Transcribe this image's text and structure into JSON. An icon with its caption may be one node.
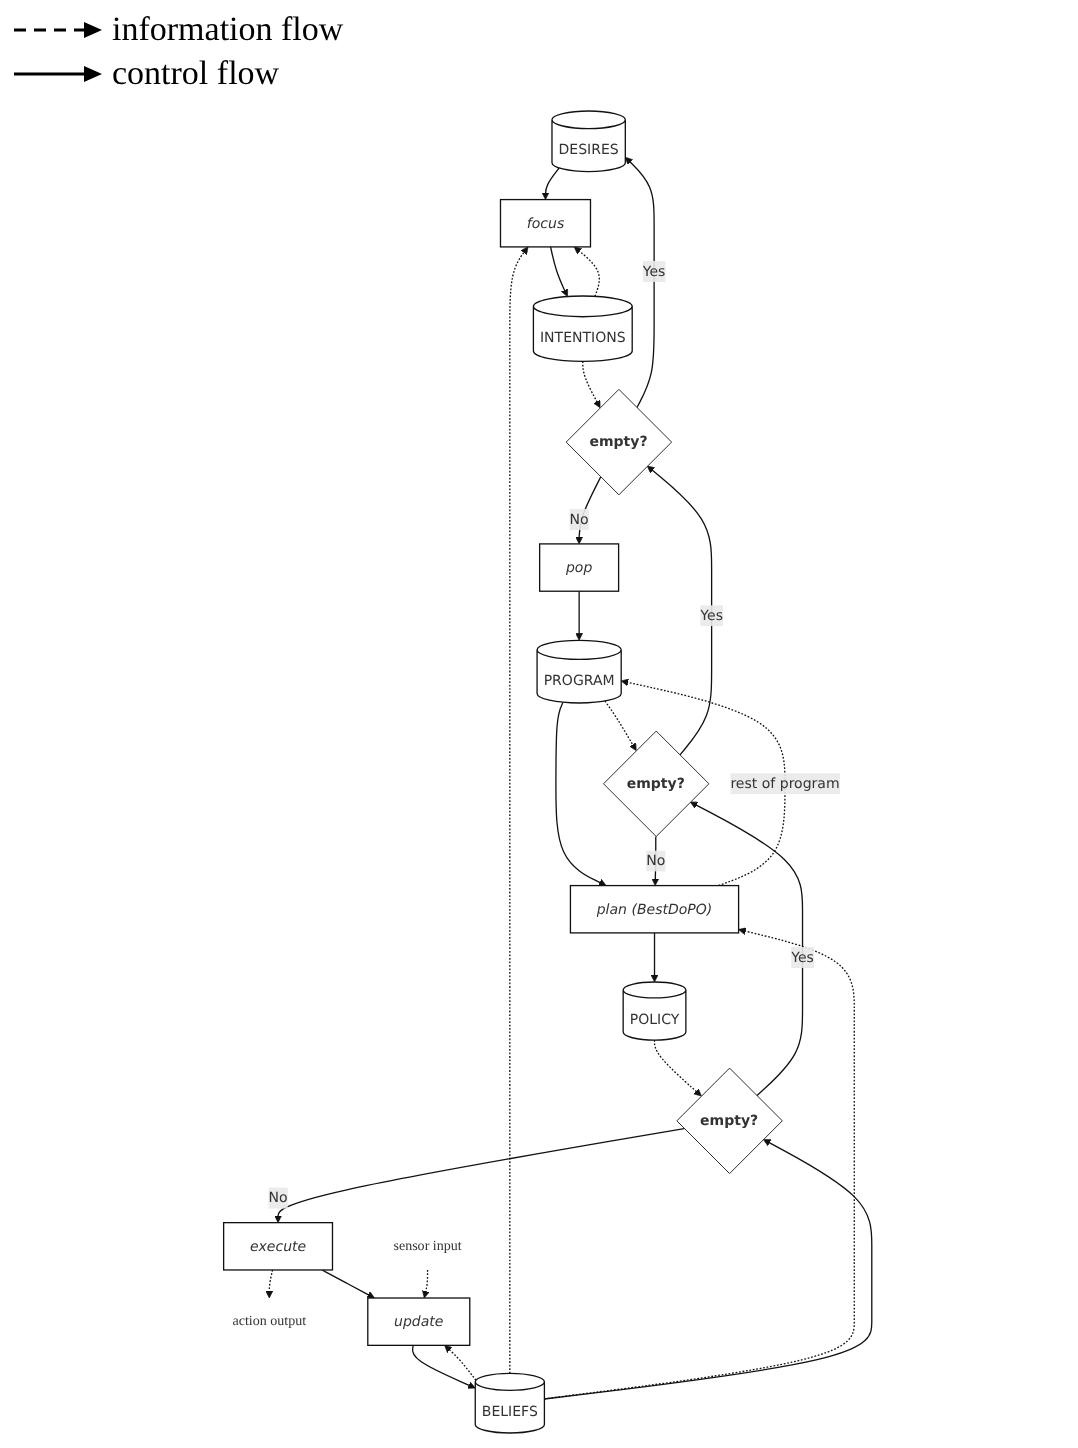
{
  "diagram": {
    "nodes": [
      {
        "text": [
          "DESIRES"
        ]
      },
      {
        "text": [
          "focus"
        ]
      },
      {
        "text": [
          "INTENTIONS"
        ]
      },
      {
        "text": [
          "empty?"
        ]
      },
      {
        "text": [
          "pop"
        ]
      },
      {
        "text": [
          "PROGRAM"
        ]
      },
      {
        "text": [
          "empty?"
        ]
      },
      {
        "text": [
          "plan (BestDoPO)"
        ]
      },
      {
        "text": [
          "POLICY"
        ]
      },
      {
        "text": [
          "empty?"
        ]
      },
      {
        "text": [
          "execute"
        ]
      },
      {
        "text": [
          "action output"
        ]
      },
      {
        "text": [
          "sensor input"
        ]
      },
      {
        "text": [
          "update"
        ]
      },
      {
        "text": [
          "BELIEFS"
        ]
      }
    ],
    "edges": [
      {
        "from": 0,
        "to": 1,
        "arrow": "to"
      },
      {
        "from": 1,
        "to": 2,
        "arrow": "to"
      },
      {
        "from": 2,
        "to": 3,
        "arrow": "to",
        "style": "dashed"
      },
      {
        "from": 2,
        "to": 1,
        "arrow": "to",
        "style": "dashed"
      },
      {
        "from": 3,
        "to": 0,
        "arrow": "to",
        "label": "Yes"
      },
      {
        "from": 3,
        "to": 4,
        "arrow": "to",
        "label": "No"
      },
      {
        "from": 4,
        "to": 5,
        "arrow": "to"
      },
      {
        "from": 5,
        "to": 6,
        "arrow": "to",
        "style": "dashed"
      },
      {
        "from": 5,
        "to": 7,
        "arrow": "to"
      },
      {
        "from": 7,
        "to": 5,
        "arrow": "to",
        "style": "dashed",
        "label": "rest of program"
      },
      {
        "from": 6,
        "to": 3,
        "arrow": "to",
        "label": "Yes"
      },
      {
        "from": 6,
        "to": 7,
        "arrow": "to",
        "label": "No"
      },
      {
        "from": 7,
        "to": 8,
        "arrow": "to"
      },
      {
        "from": 8,
        "to": 9,
        "arrow": "to",
        "style": "dashed"
      },
      {
        "from": 9,
        "to": 6,
        "arrow": "to",
        "label": "Yes"
      },
      {
        "from": 9,
        "to": 10,
        "arrow": "to",
        "label": "No"
      },
      {
        "from": 10,
        "to": 11,
        "arrow": "to",
        "style": "dashed"
      },
      {
        "from": 10,
        "to": 13,
        "arrow": "to"
      },
      {
        "from": 12,
        "to": 13,
        "arrow": "to",
        "style": "dashed"
      },
      {
        "from": 13,
        "to": 14,
        "arrow": "to"
      },
      {
        "from": 14,
        "to": 13,
        "arrow": "to",
        "style": "dashed"
      },
      {
        "from": 14,
        "to": 1,
        "arrow": "to",
        "style": "dashed"
      },
      {
        "from": 14,
        "to": 7,
        "arrow": "to",
        "style": "dashed"
      },
      {
        "from": 14,
        "to": 9,
        "arrow": "to"
      }
    ],
    "legend": [
      {
        "text": "information flow"
      },
      {
        "text": "control flow"
      }
    ]
  }
}
